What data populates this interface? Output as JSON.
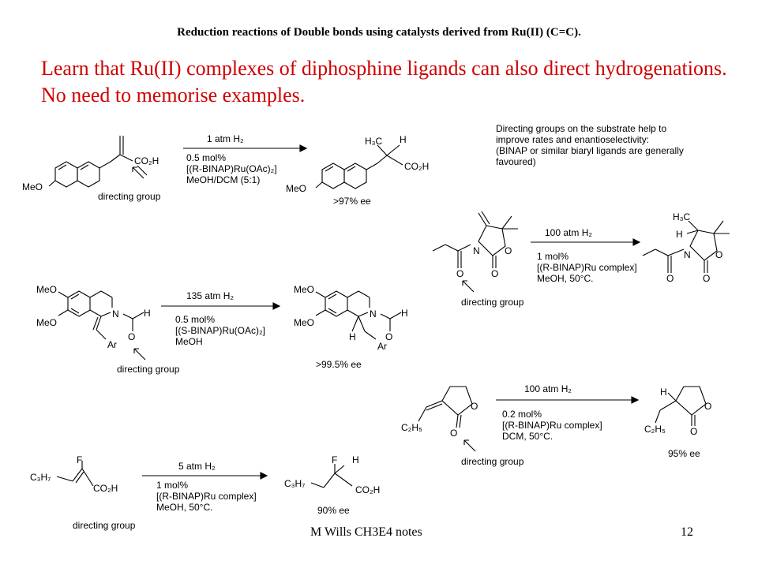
{
  "header": {
    "title": "Reduction reactions of Double bonds using catalysts derived from Ru(II) (C=C).",
    "intro": "Learn that Ru(II) complexes of diphosphine ligands can also direct hydrogenations. No need to memorise examples."
  },
  "note": "Directing groups on the substrate help to\nimprove rates and enantioselectivity:\n(BINAP or similar biaryl ligands are generally\nfavoured)",
  "common": {
    "directing_group": "directing group"
  },
  "reactions": [
    {
      "pressure": "1 atm H₂",
      "conditions": "0.5 mol%\n[(R-BINAP)Ru(OAc)₂]\nMeOH/DCM (5:1)",
      "ee": ">97% ee",
      "sm_labels": [
        "MeO",
        "CO₂H"
      ],
      "prod_labels": [
        "H₃C",
        "H",
        "CO₂H",
        "MeO"
      ]
    },
    {
      "pressure": "100 atm H₂",
      "conditions": "1 mol%\n[(R-BINAP)Ru complex]\nMeOH, 50°C.",
      "ee": "",
      "sm_labels": [
        "N",
        "O",
        "O",
        "O"
      ],
      "prod_labels": [
        "H₃C",
        "H",
        "N",
        "O",
        "O",
        "O"
      ]
    },
    {
      "pressure": "135 atm H₂",
      "conditions": "0.5 mol%\n[(S-BINAP)Ru(OAc)₂]\nMeOH",
      "ee": ">99.5% ee",
      "sm_labels": [
        "MeO",
        "MeO",
        "N",
        "H",
        "O",
        "Ar"
      ],
      "prod_labels": [
        "MeO",
        "MeO",
        "N",
        "H",
        "O",
        "H",
        "Ar"
      ]
    },
    {
      "pressure": "100 atm H₂",
      "conditions": "0.2 mol%\n[(R-BINAP)Ru complex]\nDCM, 50°C.",
      "ee": "95% ee",
      "sm_labels": [
        "C₂H₅",
        "O",
        "O"
      ],
      "prod_labels": [
        "H",
        "C₂H₅",
        "O",
        "O"
      ]
    },
    {
      "pressure": "5 atm H₂",
      "conditions": "1 mol%\n[(R-BINAP)Ru complex]\nMeOH, 50°C.",
      "ee": "90% ee",
      "sm_labels": [
        "F",
        "C₃H₇",
        "CO₂H"
      ],
      "prod_labels": [
        "F",
        "H",
        "C₃H₇",
        "CO₂H"
      ]
    }
  ],
  "footer": {
    "left": "M Wills CH3E4 notes",
    "right": "12"
  }
}
